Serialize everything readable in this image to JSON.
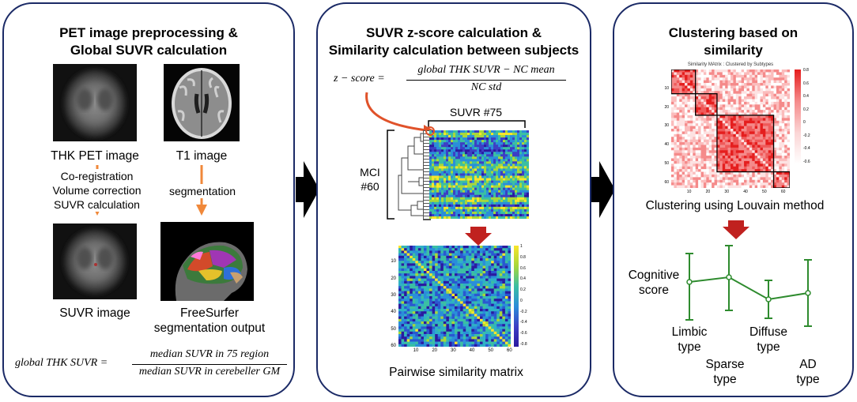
{
  "panel1": {
    "title_line1": "PET image preprocessing &",
    "title_line2": "Global SUVR calculation",
    "pet_label": "THK PET image",
    "t1_label": "T1 image",
    "steps": [
      "Co-registration",
      "Volume correction",
      "SUVR calculation"
    ],
    "seg_step": "segmentation",
    "suvr_label": "SUVR image",
    "freesurfer_line1": "FreeSurfer",
    "freesurfer_line2": "segmentation output",
    "formula_lhs": "global THK SUVR =",
    "formula_num": "median SUVR in 75 region",
    "formula_den": "median SUVR in cerebeller GM"
  },
  "panel2": {
    "title_line1": "SUVR z-score calculation &",
    "title_line2": "Similarity calculation between subjects",
    "formula_lhs": "z − score =",
    "formula_num": "global THK SUVR  − NC mean",
    "formula_den": "NC std",
    "suvr_bracket": "SUVR #75",
    "mci_line1": "MCI",
    "mci_line2": "#60",
    "matrix_label": "Pairwise similarity matrix",
    "matrix_ticks": [
      "10",
      "20",
      "30",
      "40",
      "50",
      "60"
    ],
    "colorbar_ticks": [
      "1",
      "0.8",
      "0.6",
      "0.4",
      "0.2",
      "0",
      "-0.2",
      "-0.4",
      "-0.6",
      "-0.8"
    ]
  },
  "panel3": {
    "title_line1": "Clustering based on",
    "title_line2": "similarity",
    "matrix_title": "Similarity MAtrix : Clustered by Subtypes",
    "matrix_label": "Clustering using Louvain method",
    "matrix_ticks": [
      "10",
      "20",
      "30",
      "40",
      "50",
      "60"
    ],
    "colorbar_ticks": [
      "0.8",
      "0.6",
      "0.4",
      "0.2",
      "0",
      "-0.2",
      "-0.4",
      "-0.6"
    ],
    "y_label_line1": "Cognitive",
    "y_label_line2": "score",
    "types": [
      {
        "line1": "Limbic",
        "line2": "type"
      },
      {
        "line1": "Sparse",
        "line2": "type"
      },
      {
        "line1": "Diffuse",
        "line2": "type"
      },
      {
        "line1": "AD",
        "line2": "type"
      }
    ]
  },
  "colors": {
    "border": "#1b2a66",
    "orange_arrow": "#f0883a",
    "red_arrow": "#c0211f",
    "line_green": "#2e8b2e",
    "dark_arrow": "#000000"
  }
}
